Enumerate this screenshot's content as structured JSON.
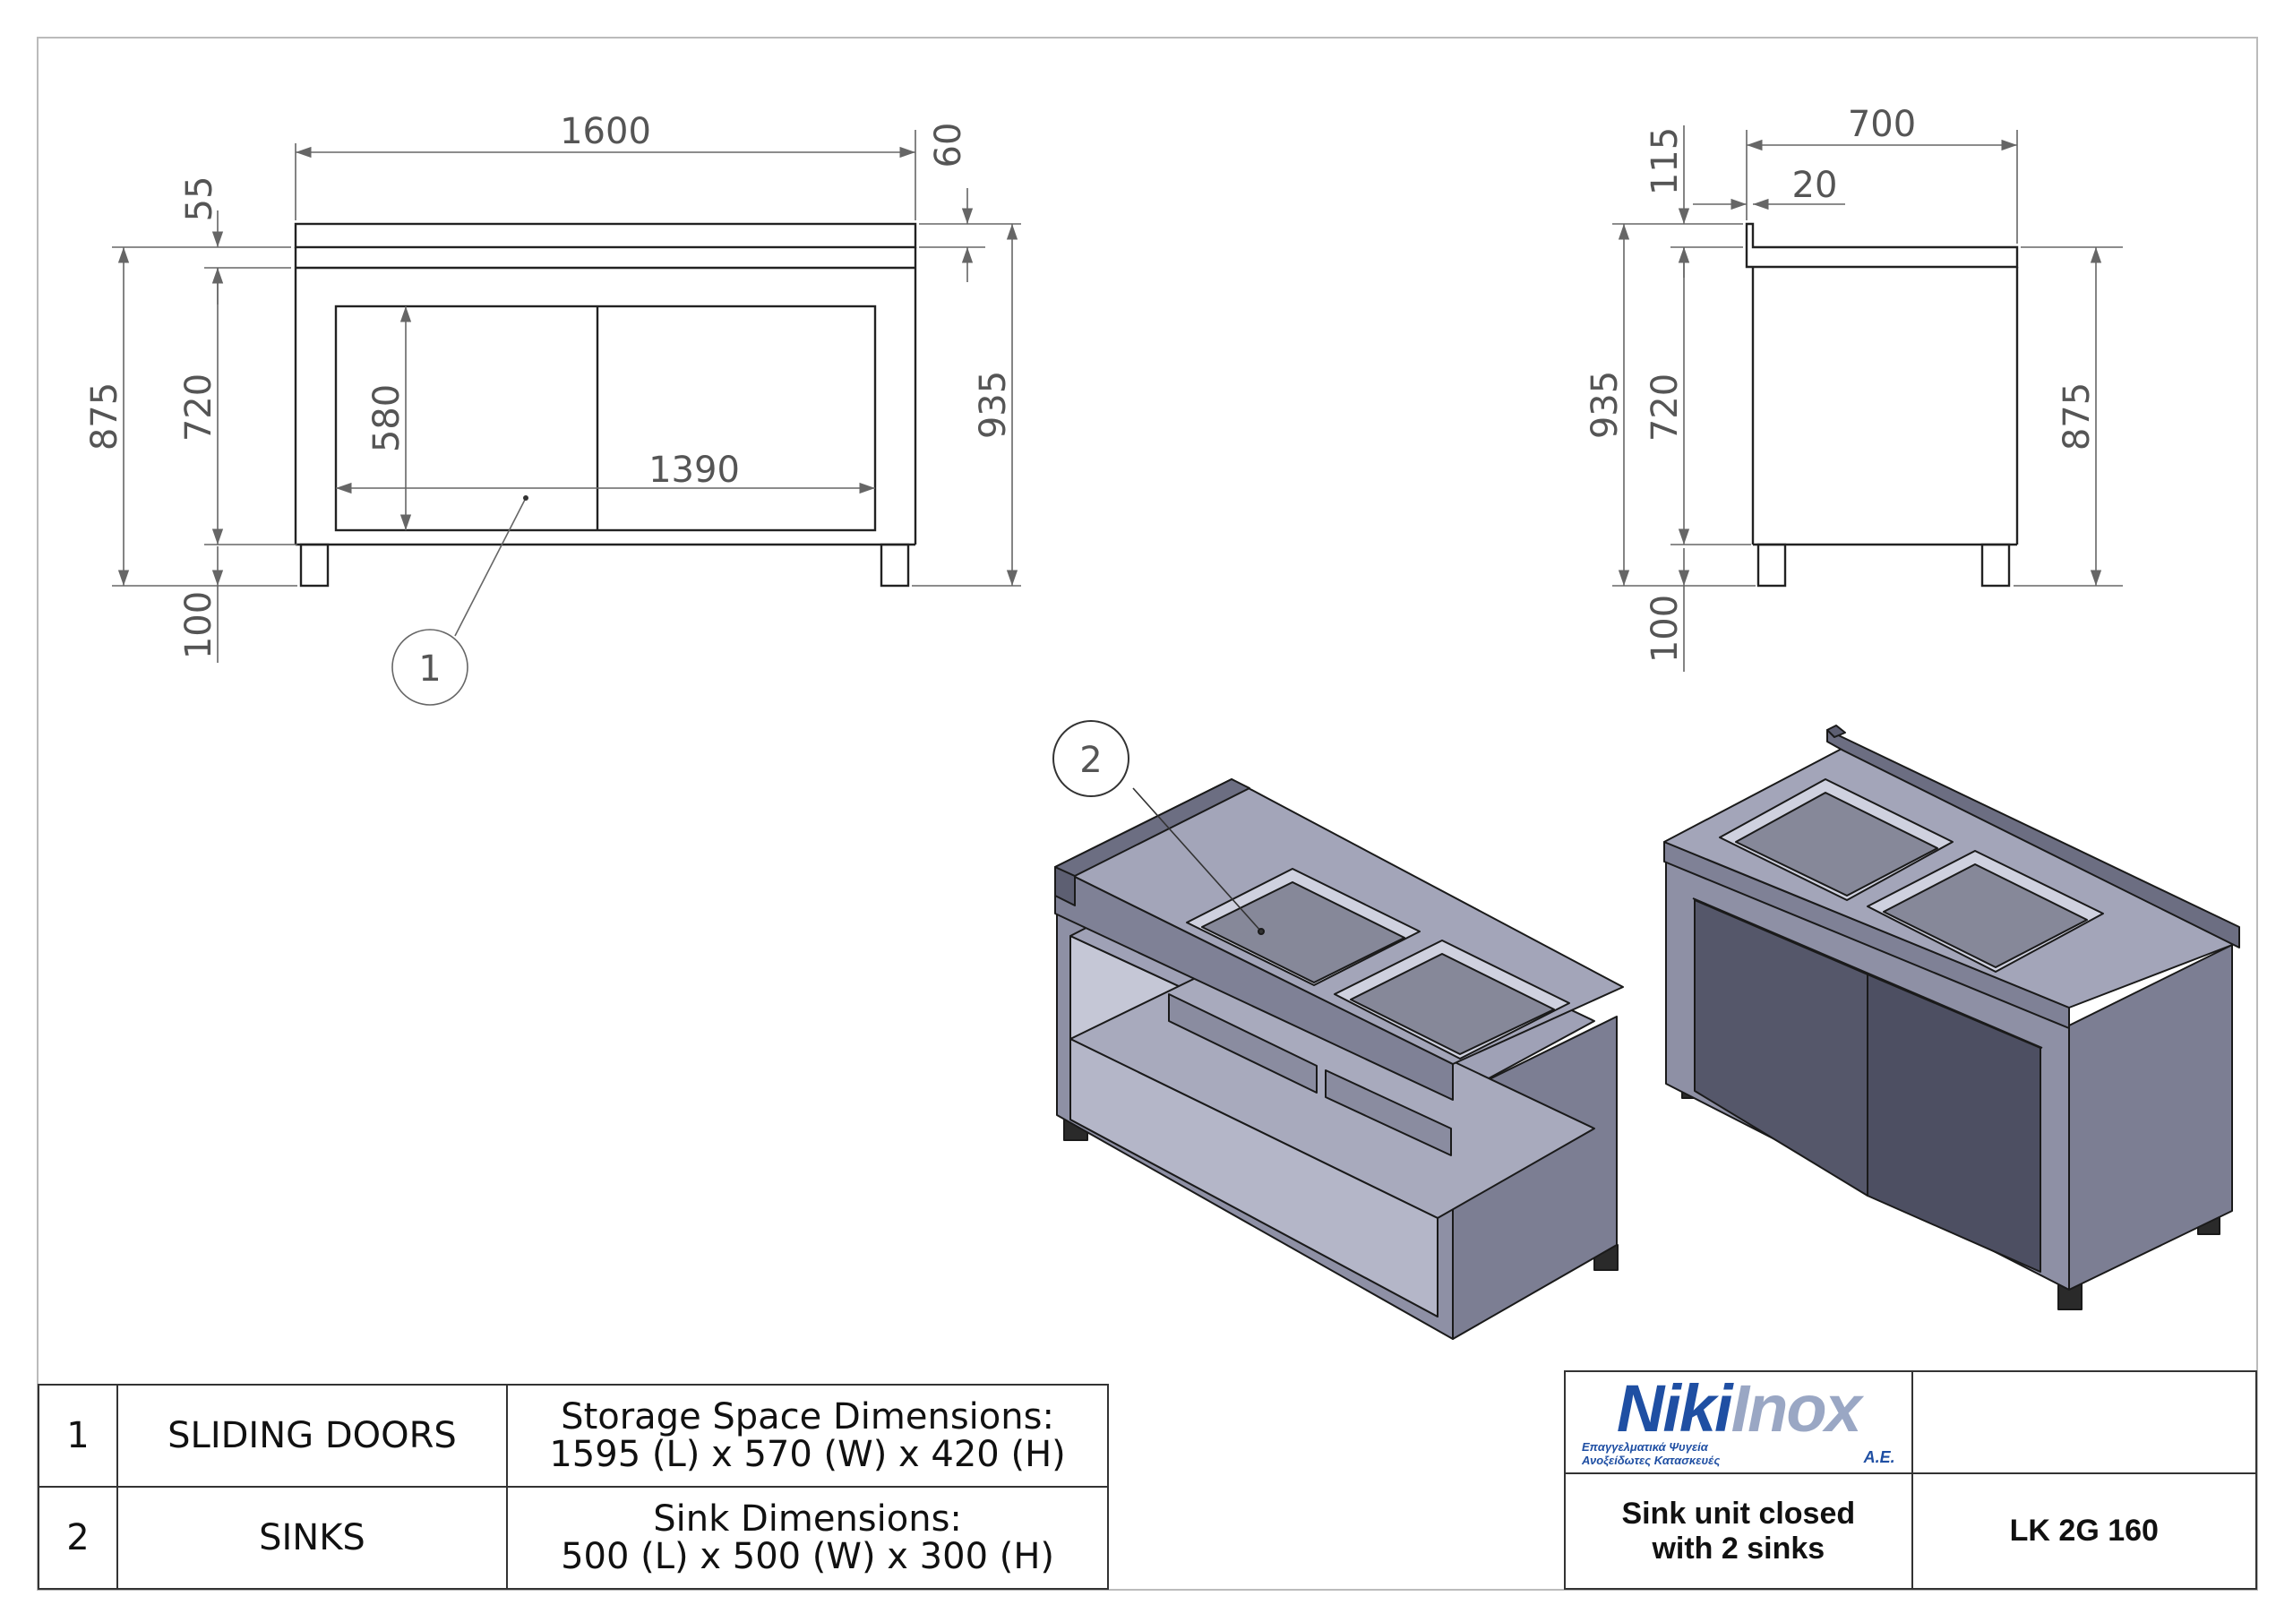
{
  "front_view": {
    "dims": {
      "overall_length": "1600",
      "backsplash": "60",
      "top_thickness": "55",
      "height_875": "875",
      "height_720": "720",
      "height_935": "935",
      "door_height": "580",
      "door_width": "1390",
      "leg": "100"
    },
    "balloon": "1"
  },
  "side_view": {
    "dims": {
      "depth": "700",
      "upstand_115": "115",
      "upstand_20": "20",
      "height_935": "935",
      "height_720": "720",
      "height_875": "875",
      "leg": "100"
    }
  },
  "iso_view": {
    "balloon": "2"
  },
  "bom": [
    {
      "num": "1",
      "name": "SLIDING DOORS",
      "desc_line1": "Storage Space Dimensions:",
      "desc_line2": "1595 (L) x 570 (W) x 420 (H)"
    },
    {
      "num": "2",
      "name": "SINKS",
      "desc_line1": "Sink Dimensions:",
      "desc_line2": "500 (L) x 500 (W) x 300 (H)"
    }
  ],
  "title_block": {
    "logo_main_1": "Niki",
    "logo_main_2": "Inox",
    "logo_sub_1": "Επαγγελματικά Ψυγεία",
    "logo_sub_2": "Ανοξείδωτες Κατασκευές",
    "logo_ae": "A.E.",
    "description_line1": "Sink unit closed",
    "description_line2": "with 2 sinks",
    "code": "LK 2G 160"
  }
}
